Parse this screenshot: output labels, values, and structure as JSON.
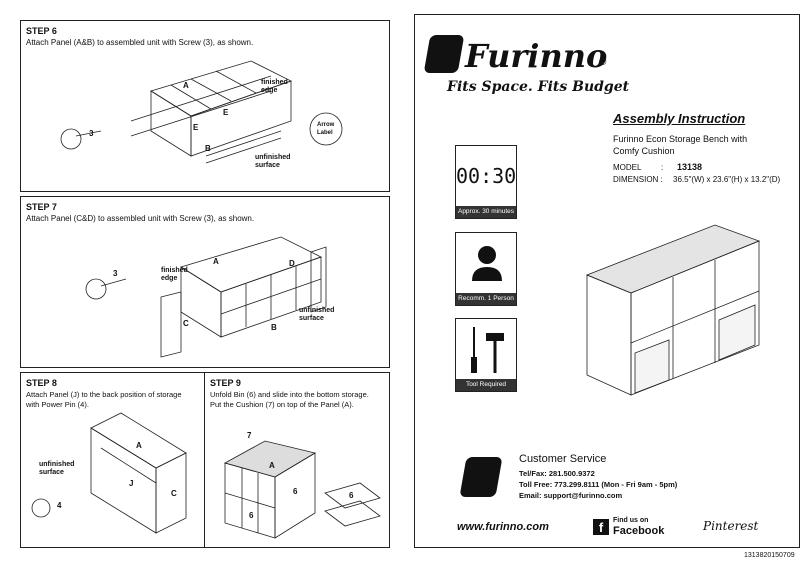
{
  "step6": {
    "title": "STEP 6",
    "text": "Attach Panel (A&B) to assembled unit with Screw (3), as shown.",
    "labels": {
      "finished_edge": "finished\nedge",
      "unfinished_surface": "unfinished\nsurface",
      "arrow_label": "Arrow\nLabel"
    },
    "parts": [
      "A",
      "E",
      "E",
      "B"
    ],
    "screw": "3"
  },
  "step7": {
    "title": "STEP 7",
    "text": "Attach Panel (C&D) to assembled unit with Screw (3), as shown.",
    "labels": {
      "finished_edge": "finished\nedge",
      "unfinished_surface": "unfinished\nsurface"
    },
    "parts": [
      "A",
      "D",
      "C",
      "B"
    ],
    "screw": "3"
  },
  "step8": {
    "title": "STEP 8",
    "text": "Attach Panel (J) to the back position of storage\nwith Power Pin (4).",
    "labels": {
      "unfinished_surface": "unfinished\nsurface"
    },
    "parts": [
      "A",
      "J",
      "C"
    ],
    "pin": "4"
  },
  "step9": {
    "title": "STEP 9",
    "text": "Unfold Bin (6) and slide into the bottom storage.\nPut the Cushion (7) on top of the Panel (A).",
    "parts": [
      "7",
      "A",
      "6",
      "6",
      "6"
    ]
  },
  "brand": {
    "name": "Furinno",
    "reg": "®",
    "tagline": "Fits Space. Fits Budget"
  },
  "instruction": {
    "title": "Assembly Instruction",
    "product": "Furinno Econ Storage Bench with\nComfy Cushion",
    "model_label": "MODEL",
    "model_sep": ":",
    "model_value": "13138",
    "dimension_label": "DIMENSION :",
    "dimension_value": "36.5\"(W) x 23.6\"(H) x 13.2\"(D)"
  },
  "tiles": {
    "time_display": "00:30",
    "time_caption": "Approx. 30 minutes",
    "person_caption": "Recomm. 1 Person",
    "tool_caption": "Tool Required"
  },
  "service": {
    "title": "Customer Service",
    "phone": "Tel/Fax: 281.500.9372",
    "tollfree": "Toll Free: 773.299.8111 (Mon - Fri 9am - 5pm)",
    "email": "Email: support@furinno.com"
  },
  "footer": {
    "website": "www.furinno.com",
    "facebook_top": "Find us on",
    "facebook_bottom": "Facebook",
    "pinterest": "Pinterest",
    "docnum": "1313820150709"
  },
  "colors": {
    "ink": "#111111",
    "caption_bg": "#333333"
  }
}
